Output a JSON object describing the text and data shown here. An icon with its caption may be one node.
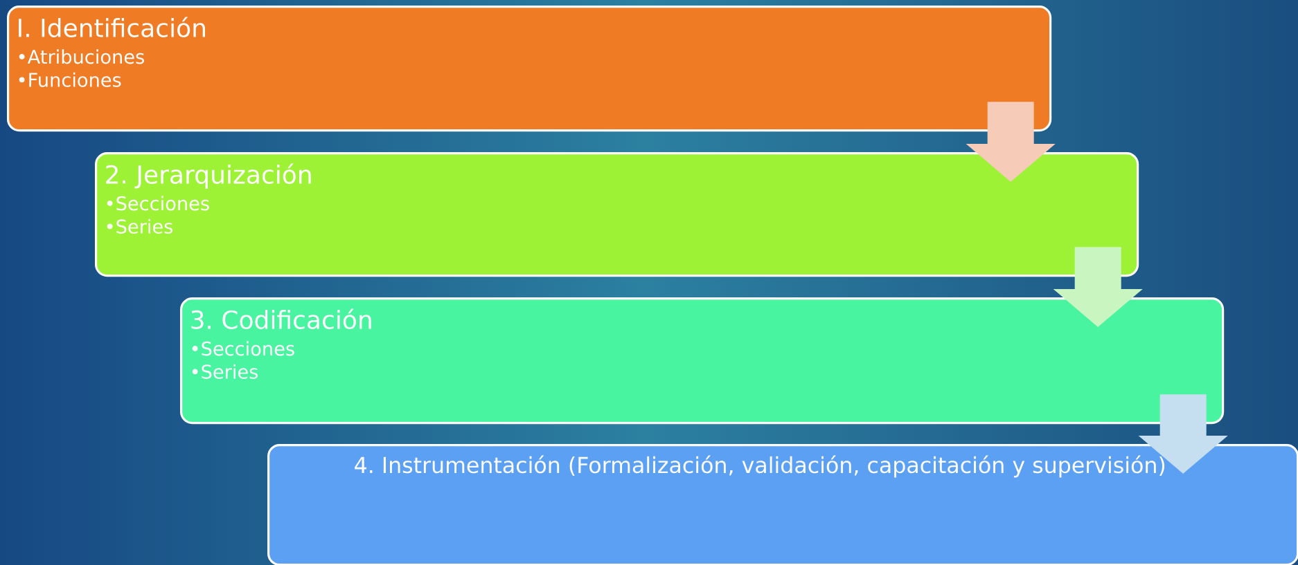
{
  "diagram": {
    "nodes": [
      {
        "text": [
          "I. Identificación",
          "•Atribuciones",
          "•Funciones"
        ]
      },
      {
        "text": [
          "2. Jerarquización",
          "•Secciones",
          "•Series"
        ]
      },
      {
        "text": [
          "3. Codificación",
          "•Secciones",
          "•Series"
        ]
      },
      {
        "text": [
          "4. Instrumentación (Formalización, validación, capacitación y supervisión)"
        ]
      }
    ],
    "edges": [
      {
        "from": 0,
        "to": 1,
        "arrow": "to",
        "color": "#f6cbb8"
      },
      {
        "from": 1,
        "to": 2,
        "arrow": "to",
        "color": "#c9f5c0"
      },
      {
        "from": 2,
        "to": 3,
        "arrow": "to",
        "color": "#c6dff0"
      }
    ]
  }
}
